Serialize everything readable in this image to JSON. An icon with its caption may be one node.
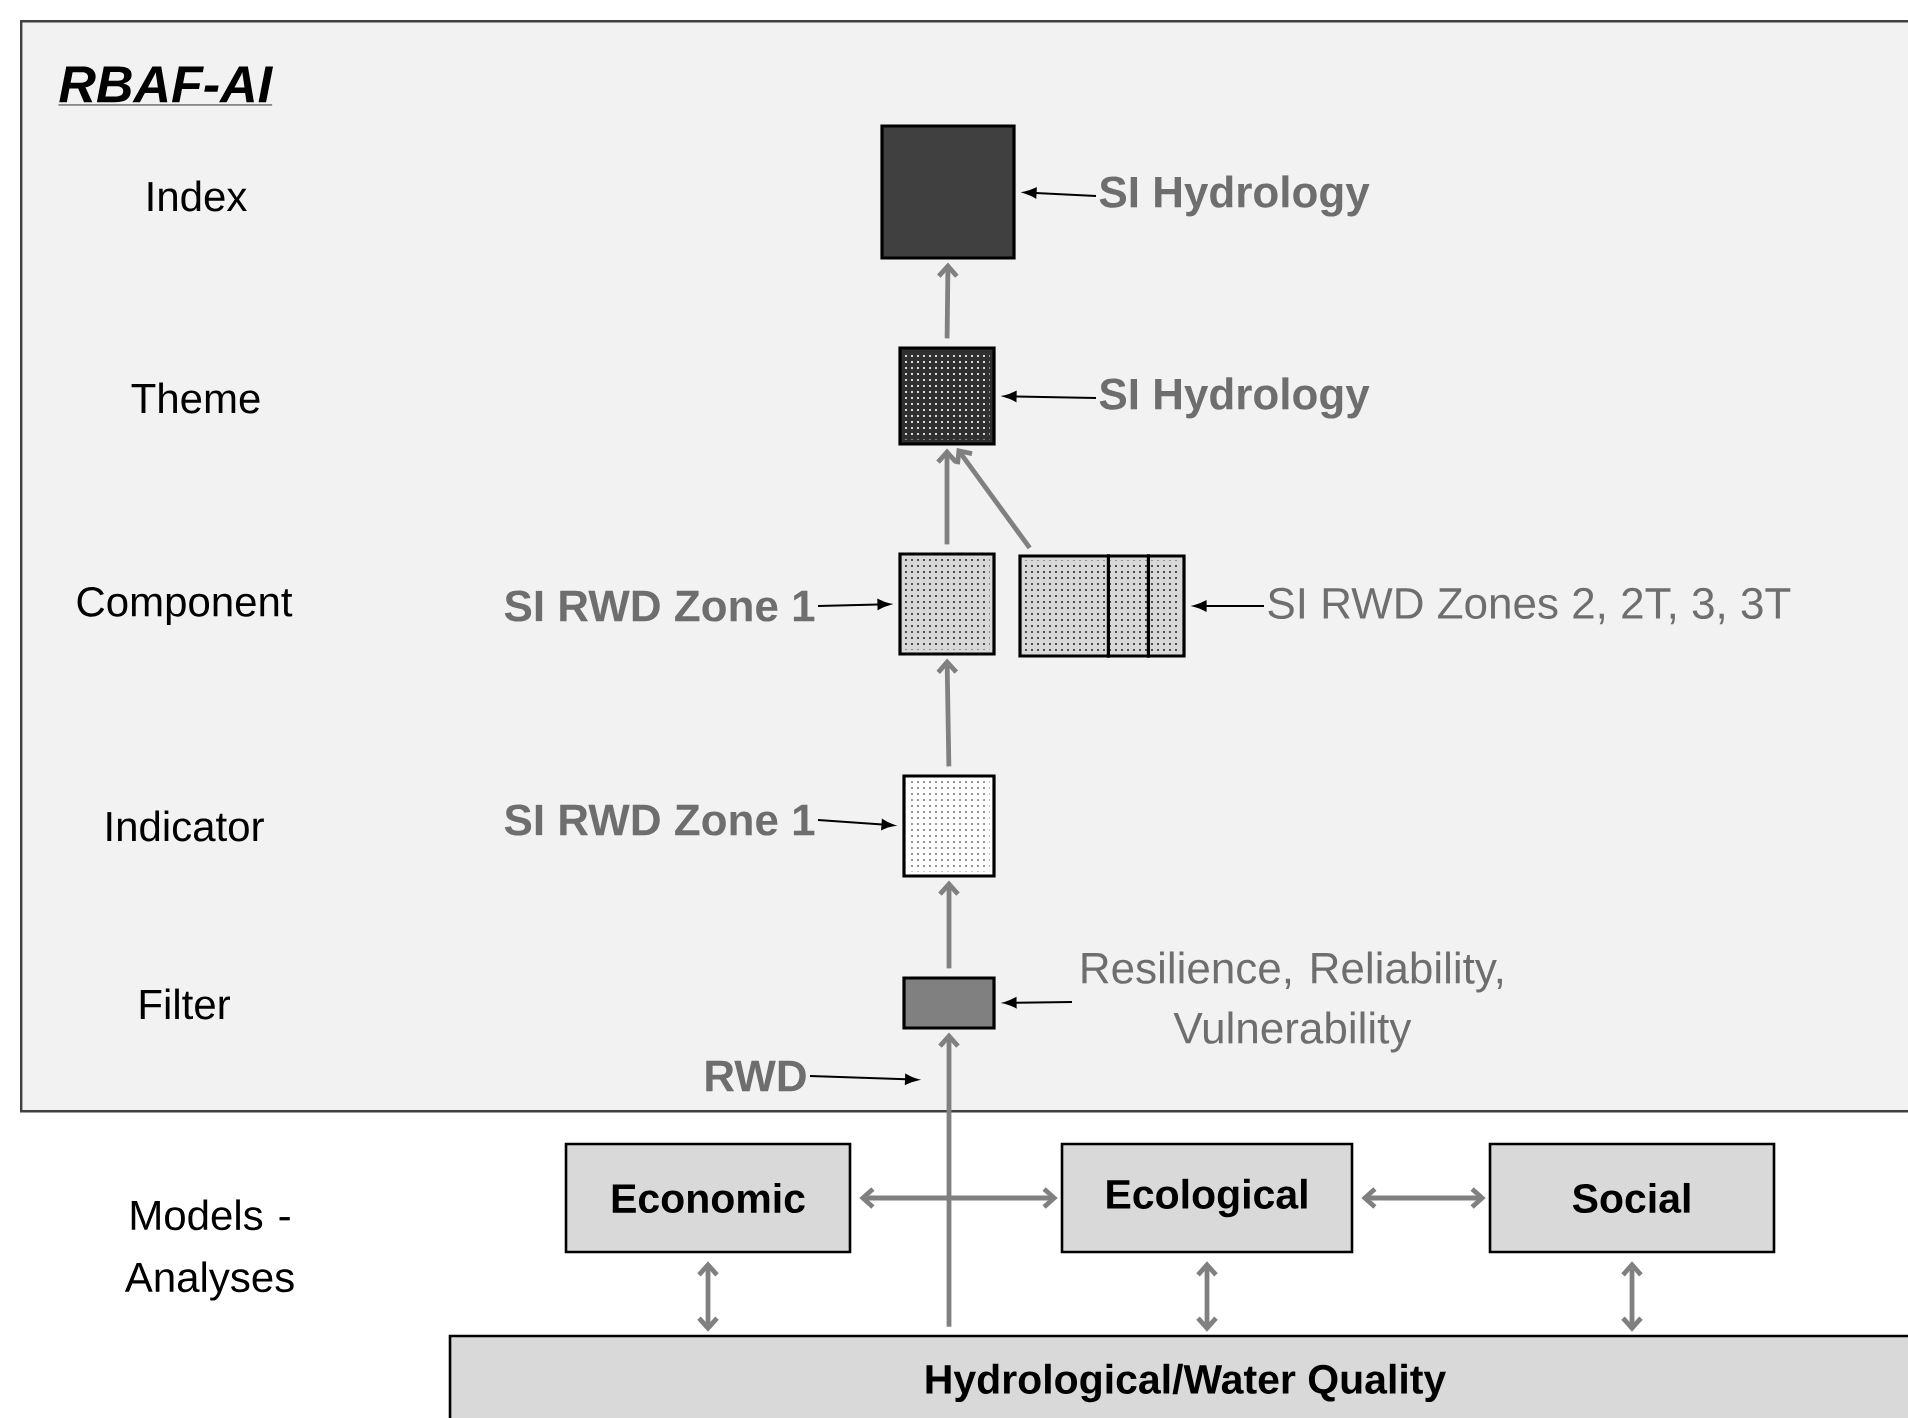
{
  "diagram": {
    "nodes": [
      {
        "text": [
          "RBAF-AI"
        ]
      },
      {
        "text": [],
        "shape": "box",
        "in": 0
      },
      {
        "text": [
          "SI Hydrology"
        ],
        "in": 0
      },
      {
        "text": [],
        "shape": "box",
        "in": 0
      },
      {
        "text": [
          "SI Hydrology"
        ],
        "in": 0
      },
      {
        "text": [
          "SI RWD Zone 1"
        ],
        "in": 0
      },
      {
        "text": [],
        "shape": "box",
        "in": 0
      },
      {
        "text": [],
        "shape": "box",
        "in": 0
      },
      {
        "text": [
          "SI RWD Zones 2, 2T, 3, 3T"
        ],
        "in": 0
      },
      {
        "text": [
          "SI RWD Zone 1"
        ],
        "in": 0
      },
      {
        "text": [],
        "shape": "box",
        "in": 0
      },
      {
        "text": [],
        "shape": "box",
        "in": 0
      },
      {
        "text": [
          "Resilience,  Reliability, Vulnerability"
        ],
        "in": 0
      },
      {
        "text": [
          "RWD"
        ],
        "in": 0
      },
      {
        "text": [
          "Economic"
        ]
      },
      {
        "text": [
          "Ecological"
        ]
      },
      {
        "text": [
          "Social"
        ]
      },
      {
        "text": [
          "Hydrological/Water Quality"
        ]
      }
    ],
    "edges": [
      {
        "from": 2,
        "to": 1,
        "arrow": "to",
        "color": "#000000"
      },
      {
        "from": 4,
        "to": 3,
        "arrow": "to",
        "color": "#000000"
      },
      {
        "from": 5,
        "to": 6,
        "arrow": "to",
        "color": "#000000"
      },
      {
        "from": 8,
        "to": 7,
        "arrow": "to",
        "color": "#000000"
      },
      {
        "from": 9,
        "to": 10,
        "arrow": "to",
        "color": "#000000"
      },
      {
        "from": 12,
        "to": 11,
        "arrow": "to",
        "color": "#000000"
      },
      {
        "from": 13,
        "to": null,
        "arrow": "to",
        "color": "#000000"
      },
      {
        "from": 17,
        "to": 11,
        "arrow": "to"
      },
      {
        "from": 11,
        "to": 10,
        "arrow": "to"
      },
      {
        "from": 10,
        "to": 6,
        "arrow": "to"
      },
      {
        "from": 6,
        "to": 3,
        "arrow": "to"
      },
      {
        "from": 7,
        "to": 3,
        "arrow": "to"
      },
      {
        "from": 3,
        "to": 1,
        "arrow": "to"
      },
      {
        "from": 14,
        "to": 15,
        "arrow": "both"
      },
      {
        "from": 15,
        "to": 16,
        "arrow": "both"
      },
      {
        "from": 14,
        "to": 17,
        "arrow": "both"
      },
      {
        "from": 15,
        "to": 17,
        "arrow": "both"
      },
      {
        "from": 16,
        "to": 17,
        "arrow": "both"
      }
    ],
    "labels": [
      "Index",
      "Theme",
      "Component",
      "Indicator",
      "Filter",
      "Models - Analyses"
    ]
  }
}
